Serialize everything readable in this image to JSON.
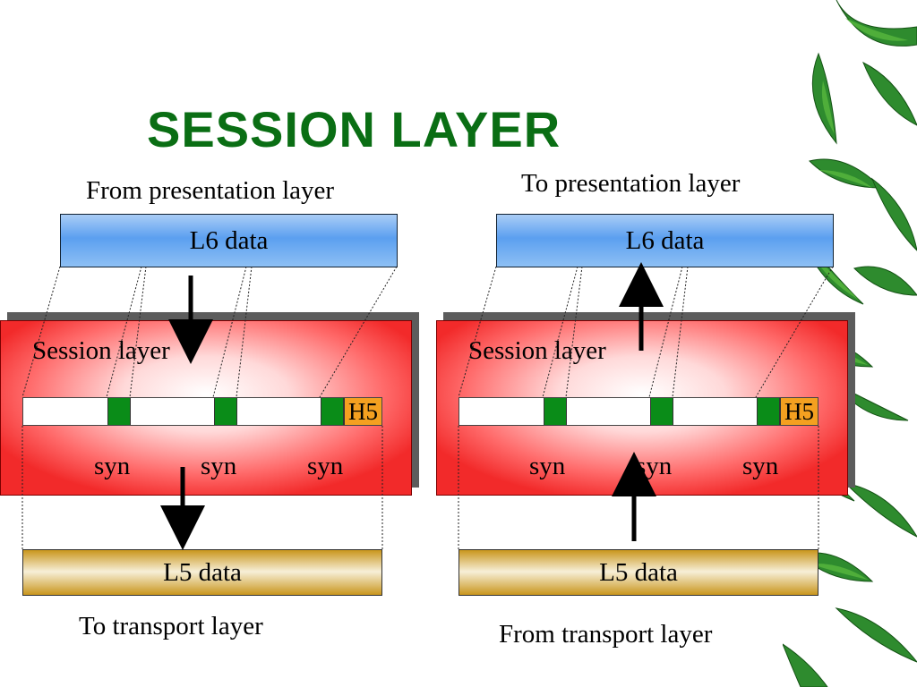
{
  "title": "SESSION LAYER",
  "left": {
    "top_label": "From presentation layer",
    "l6_label": "L6 data",
    "session_label": "Session layer",
    "header_label": "H5",
    "syn_labels": [
      "syn",
      "syn",
      "syn"
    ],
    "l5_label": "L5 data",
    "bottom_label": "To transport layer"
  },
  "right": {
    "top_label": "To presentation layer",
    "l6_label": "L6 data",
    "session_label": "Session layer",
    "header_label": "H5",
    "syn_labels": [
      "syn",
      "syn",
      "syn"
    ],
    "l5_label": "L5 data",
    "bottom_label": "From transport layer"
  },
  "colors": {
    "title": "#0a6e14",
    "l6_box": "#5b9ff0",
    "session_box": "#f22a2a",
    "syn_marker": "#0a8c18",
    "header_h5": "#f4a020",
    "l5_box": "#c9961d"
  }
}
